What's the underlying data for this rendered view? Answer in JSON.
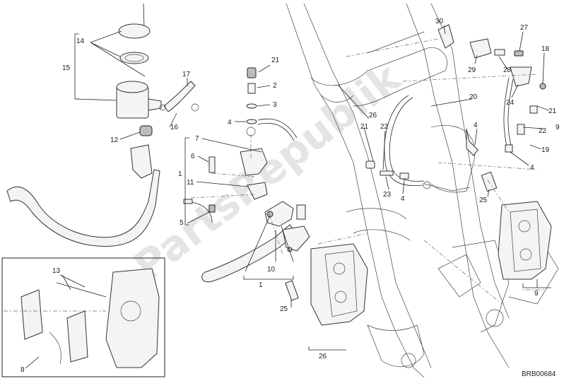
{
  "diagram": {
    "drawing_code": "BRB00684",
    "watermark": "PartsRepublik",
    "callouts": [
      {
        "id": "c14",
        "text": "14"
      },
      {
        "id": "c15",
        "text": "15"
      },
      {
        "id": "c17",
        "text": "17"
      },
      {
        "id": "c16",
        "text": "16"
      },
      {
        "id": "c12",
        "text": "12"
      },
      {
        "id": "c21a",
        "text": "21"
      },
      {
        "id": "c2",
        "text": "2"
      },
      {
        "id": "c3",
        "text": "3"
      },
      {
        "id": "c4a",
        "text": "4"
      },
      {
        "id": "c7",
        "text": "7"
      },
      {
        "id": "c6",
        "text": "6"
      },
      {
        "id": "c1a",
        "text": "1"
      },
      {
        "id": "c11",
        "text": "11"
      },
      {
        "id": "c5",
        "text": "5"
      },
      {
        "id": "c10",
        "text": "10"
      },
      {
        "id": "c1b",
        "text": "1"
      },
      {
        "id": "c13",
        "text": "13"
      },
      {
        "id": "c8",
        "text": "8"
      },
      {
        "id": "c30",
        "text": "30"
      },
      {
        "id": "c27",
        "text": "27"
      },
      {
        "id": "c18",
        "text": "18"
      },
      {
        "id": "c29",
        "text": "29"
      },
      {
        "id": "c28",
        "text": "28"
      },
      {
        "id": "c24",
        "text": "24"
      },
      {
        "id": "c20",
        "text": "20"
      },
      {
        "id": "c26a",
        "text": "26"
      },
      {
        "id": "c21b",
        "text": "21"
      },
      {
        "id": "c22a",
        "text": "22"
      },
      {
        "id": "c4b",
        "text": "4"
      },
      {
        "id": "c23",
        "text": "23"
      },
      {
        "id": "c4c",
        "text": "4"
      },
      {
        "id": "c21c",
        "text": "21"
      },
      {
        "id": "c22b",
        "text": "22"
      },
      {
        "id": "c9a",
        "text": "9"
      },
      {
        "id": "c19",
        "text": "19"
      },
      {
        "id": "c4d",
        "text": "4"
      },
      {
        "id": "c25a",
        "text": "25"
      },
      {
        "id": "c9b",
        "text": "9"
      },
      {
        "id": "c25b",
        "text": "25"
      },
      {
        "id": "c26b",
        "text": "26"
      }
    ]
  }
}
